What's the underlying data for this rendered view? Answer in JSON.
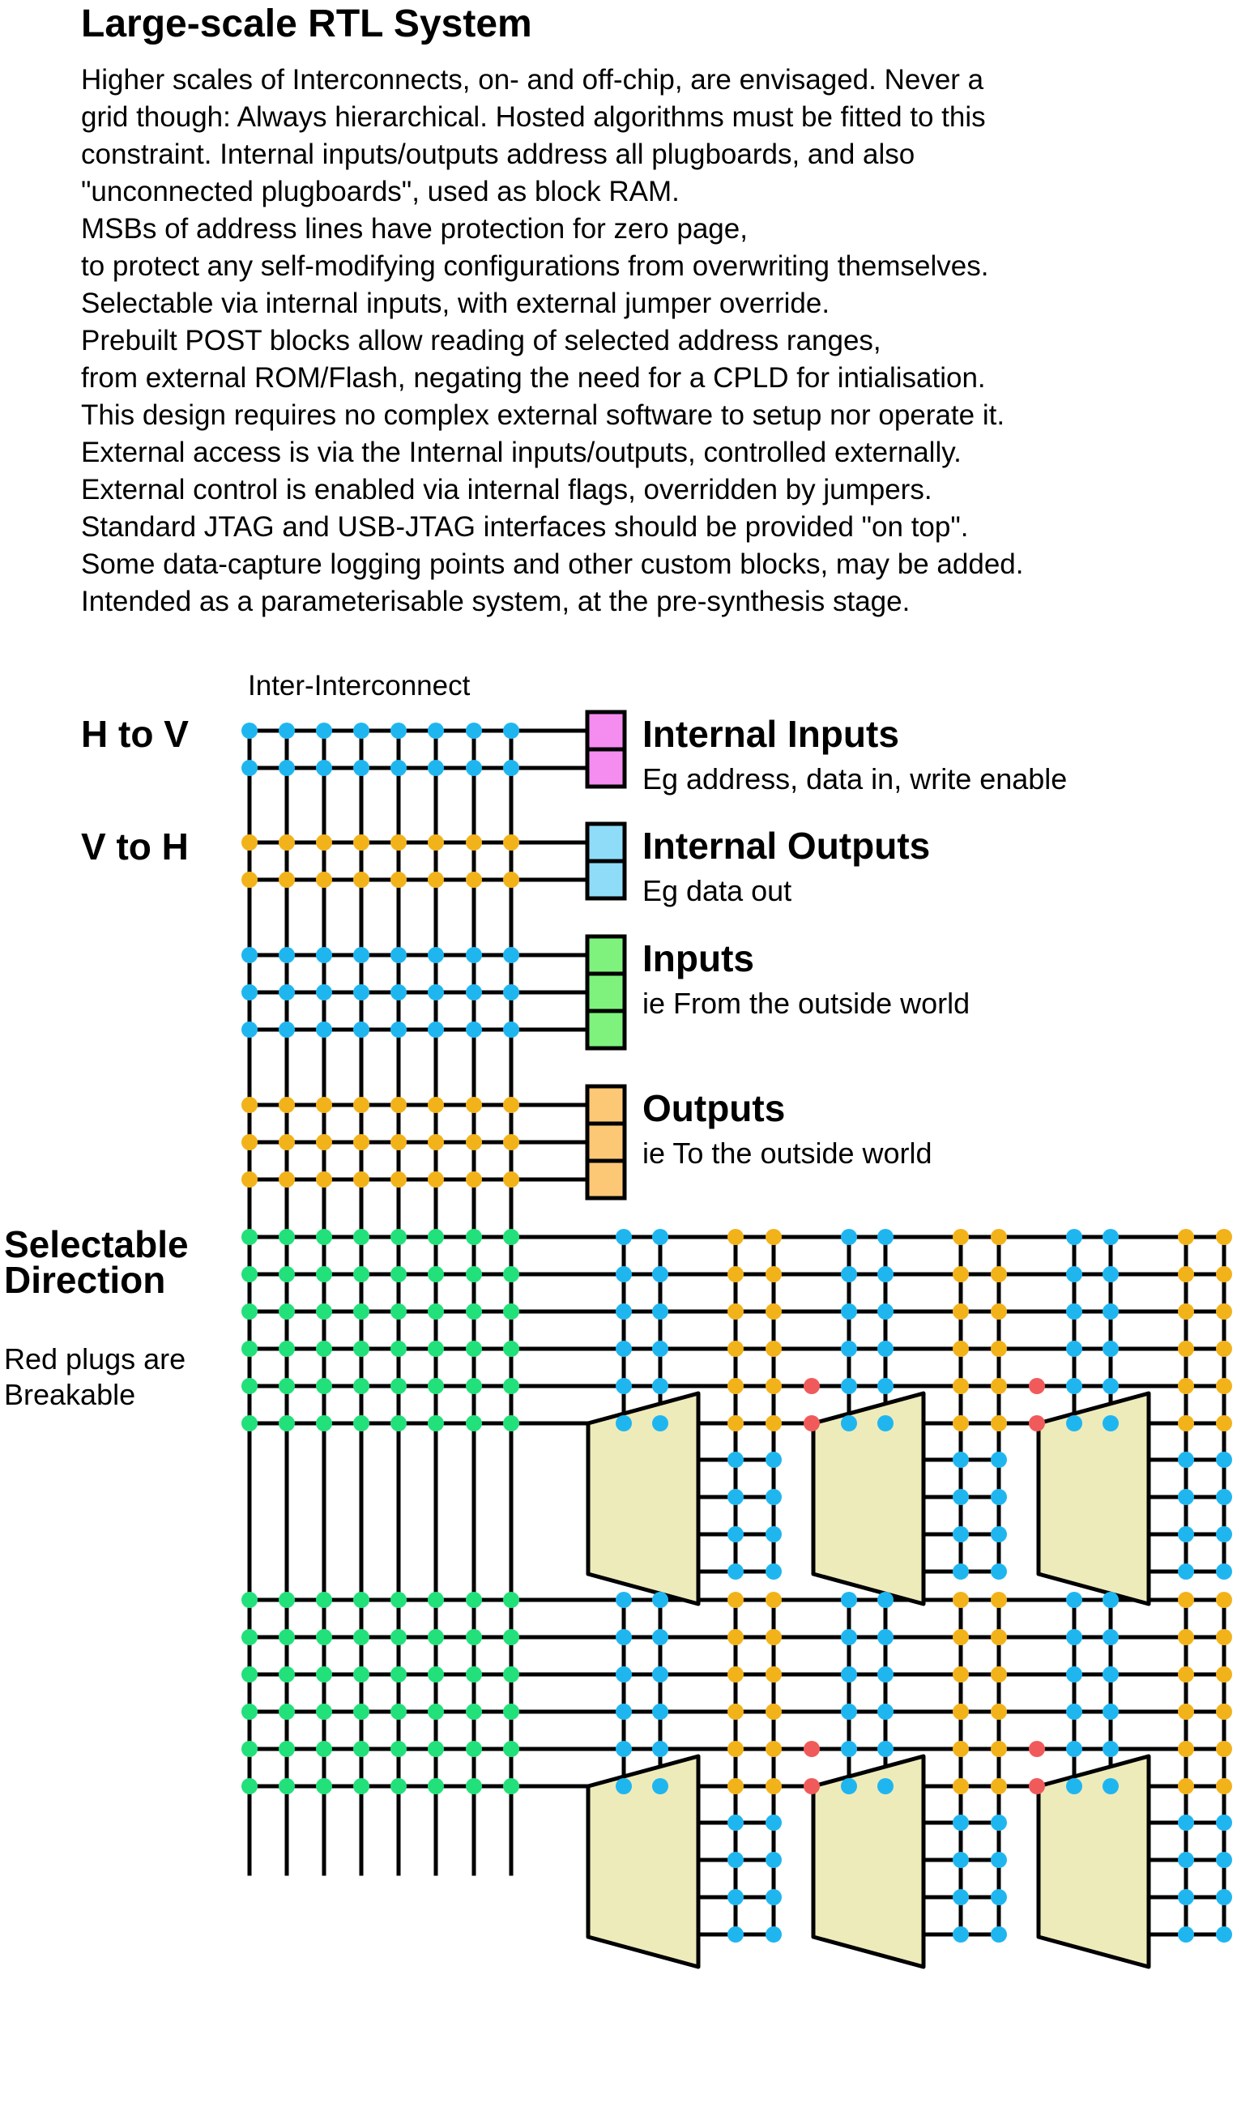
{
  "title": "Large-scale RTL System",
  "description": [
    "Higher scales of Interconnects, on- and off-chip, are envisaged. Never a",
    "grid though: Always hierarchical. Hosted algorithms must be fitted to this",
    "constraint. Internal inputs/outputs address all plugboards, and also",
    "\"unconnected plugboards\", used as block RAM.",
    "MSBs of address lines have protection for zero page,",
    "to protect any self-modifying configurations from overwriting themselves.",
    "Selectable via internal inputs, with external jumper override.",
    "Prebuilt POST blocks allow reading of selected address ranges,",
    "from external ROM/Flash, negating the need for a CPLD for intialisation.",
    "This design requires no complex external software to setup nor operate it.",
    "External access is via the Internal inputs/outputs, controlled externally.",
    "External control is enabled via internal flags, overridden by jumpers.",
    "Standard JTAG and USB-JTAG interfaces should be provided \"on top\".",
    "Some data-capture logging points and other custom blocks, may be added.",
    "Intended as a parameterisable system, at the pre-synthesis stage."
  ],
  "diagram": {
    "inter_interconnect_label": "Inter-Interconnect",
    "h_to_v_label": "H to V",
    "v_to_h_label": "V to H",
    "selectable_direction_label": [
      "Selectable",
      "Direction"
    ],
    "red_plugs_note": [
      "Red plugs are",
      "Breakable"
    ],
    "port_groups": [
      {
        "name": "Internal Inputs",
        "subtitle": "Eg address, data in, write enable",
        "fill": "#f58cf0",
        "plug_color": "#1fb6f0",
        "lines": 2
      },
      {
        "name": "Internal Outputs",
        "subtitle": "Eg data out",
        "fill": "#8fdcf8",
        "plug_color": "#f2b21a",
        "lines": 2
      },
      {
        "name": "Inputs",
        "subtitle": "ie From the outside world",
        "fill": "#7ef27c",
        "plug_color": "#1fb6f0",
        "lines": 3
      },
      {
        "name": "Outputs",
        "subtitle": "ie To the outside world",
        "fill": "#fcc876",
        "plug_color": "#f2b21a",
        "lines": 3
      }
    ],
    "colors": {
      "h_to_v_plug": "#1fb6f0",
      "v_to_h_plug": "#f2b21a",
      "selectable_plug": "#22e07a",
      "breakable_plug": "#f05a5a",
      "block_fill": "#eeebbb",
      "wire": "#000000"
    }
  }
}
